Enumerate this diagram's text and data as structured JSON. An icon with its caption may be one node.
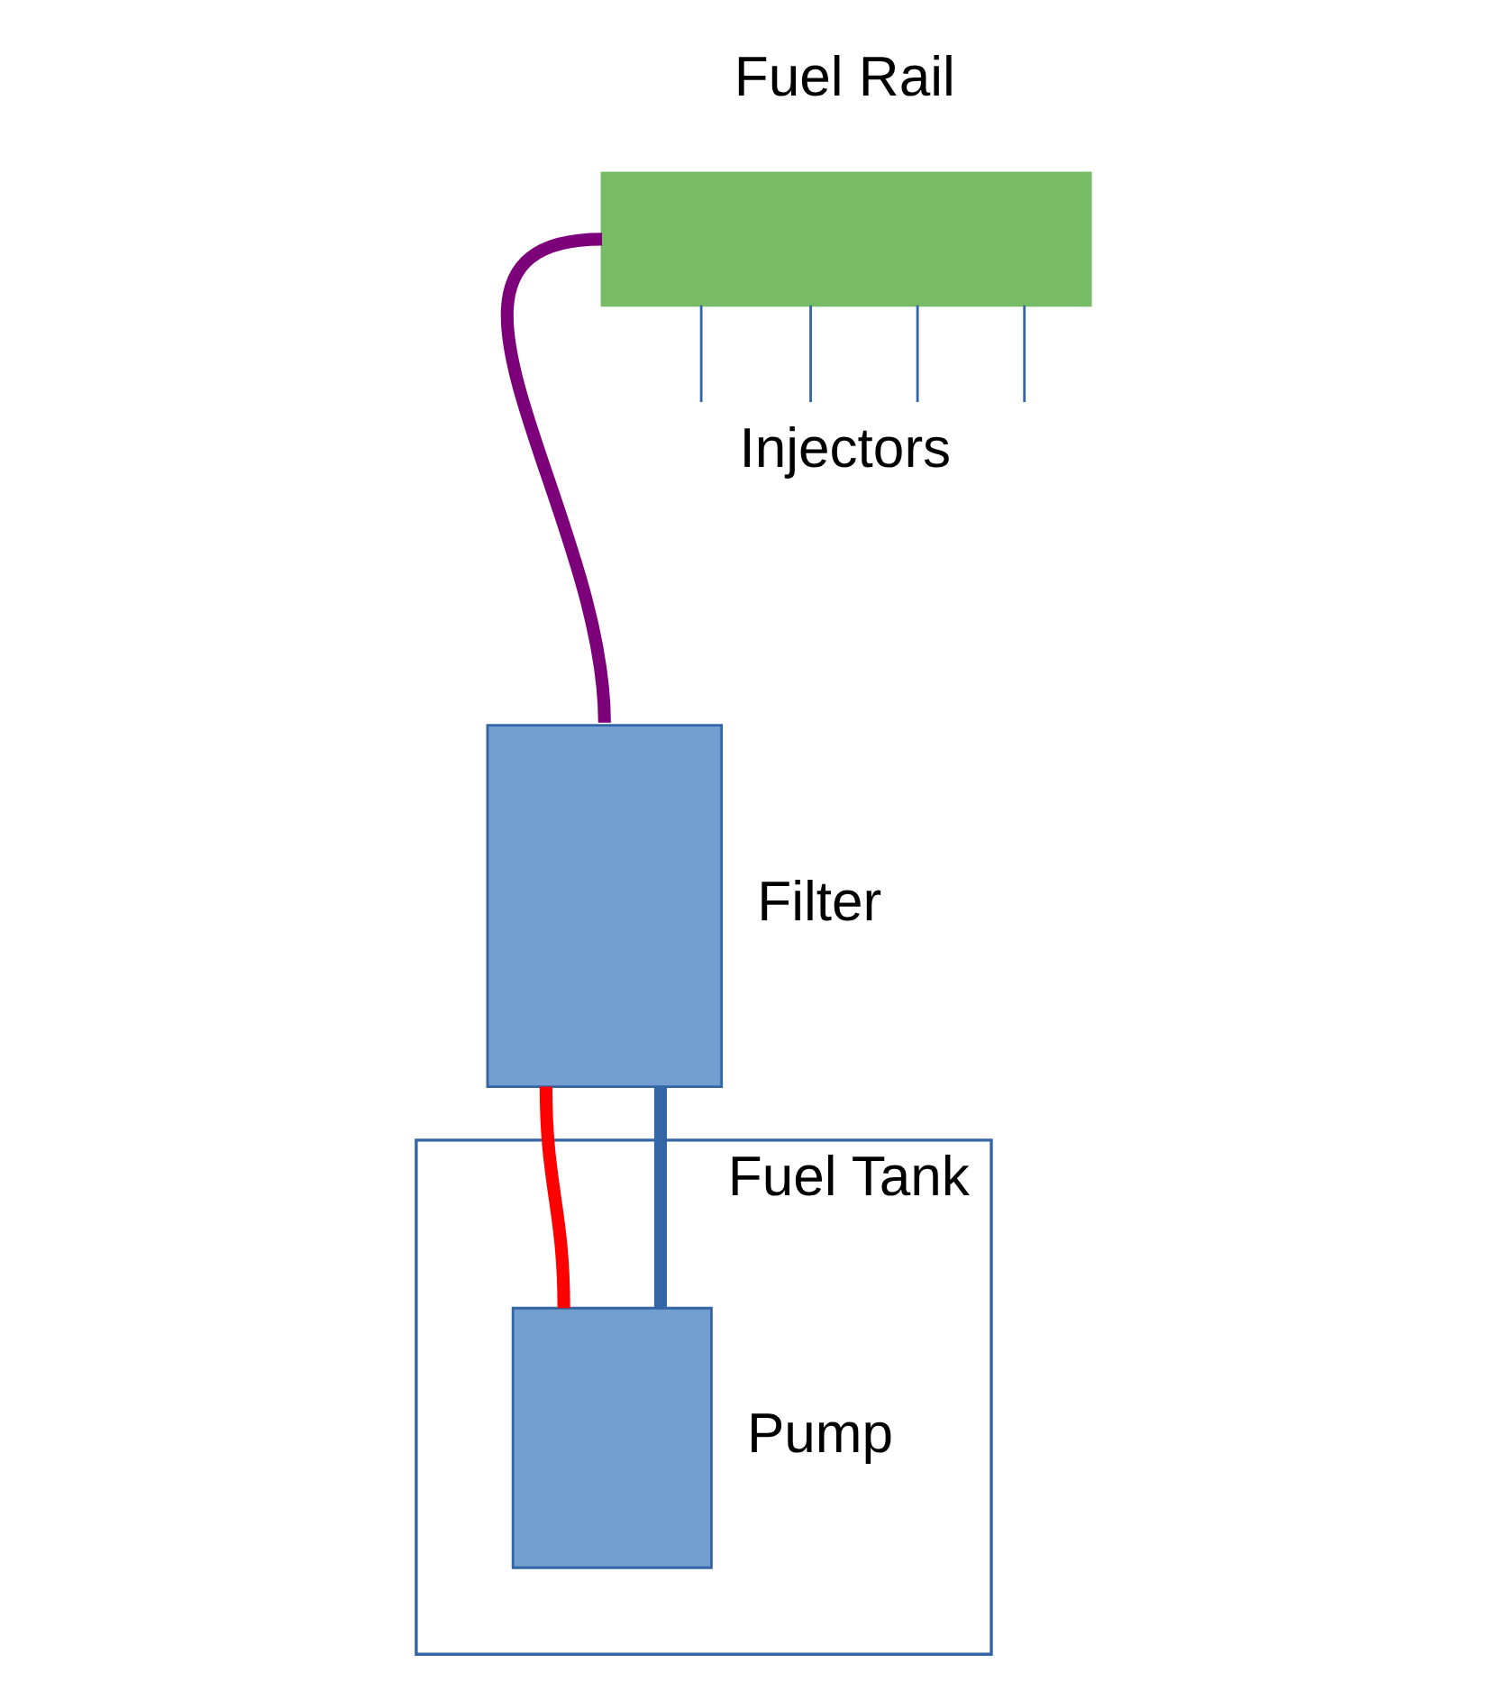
{
  "diagram": {
    "nodes": [
      {
        "text": [
          "Fuel Tank"
        ]
      },
      {
        "text": [
          "Pump"
        ],
        "in": 0
      },
      {
        "text": [
          "Filter"
        ]
      },
      {
        "text": [
          "Fuel Rail"
        ],
        "beside": [
          "Injectors"
        ]
      }
    ],
    "edges": [
      {
        "from": 2,
        "to": 3,
        "arrow": "none",
        "color": "#7b0079"
      },
      {
        "from": 2,
        "to": 1,
        "arrow": "none",
        "color": "#ff0000"
      },
      {
        "from": 1,
        "to": 2,
        "arrow": "none",
        "color": "#3465a4"
      }
    ]
  }
}
